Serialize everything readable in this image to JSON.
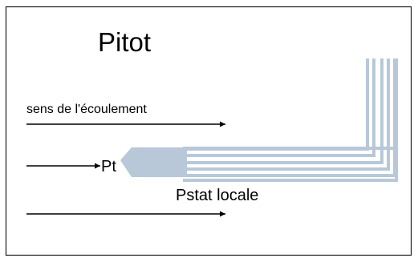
{
  "diagram": {
    "title": "Pitot",
    "flow_label": "sens de l'écoulement",
    "total_pressure_label": "Pt",
    "static_pressure_label": "Pstat locale"
  },
  "colors": {
    "tube": "#b8c8d8",
    "ink": "#000000",
    "border": "#1a1a1a",
    "background": "#ffffff"
  }
}
